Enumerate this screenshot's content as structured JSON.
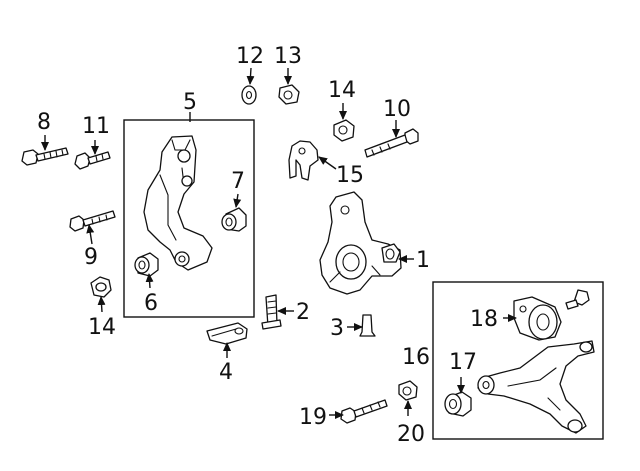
{
  "diagram": {
    "callouts": {
      "c1": "1",
      "c2": "2",
      "c3": "3",
      "c4": "4",
      "c5": "5",
      "c6": "6",
      "c7": "7",
      "c8": "8",
      "c9": "9",
      "c10": "10",
      "c11": "11",
      "c12": "12",
      "c13": "13",
      "c14a": "14",
      "c14b": "14",
      "c15": "15",
      "c16": "16",
      "c17": "17",
      "c18": "18",
      "c19": "19",
      "c20": "20"
    },
    "icons": {
      "knuckle": "steering-knuckle-icon",
      "bracket": "bracket-icon",
      "arm": "lower-control-arm-icon",
      "bushing": "bushing-icon",
      "bolt": "bolt-icon",
      "nut": "nut-icon",
      "washer": "washer-icon"
    }
  }
}
